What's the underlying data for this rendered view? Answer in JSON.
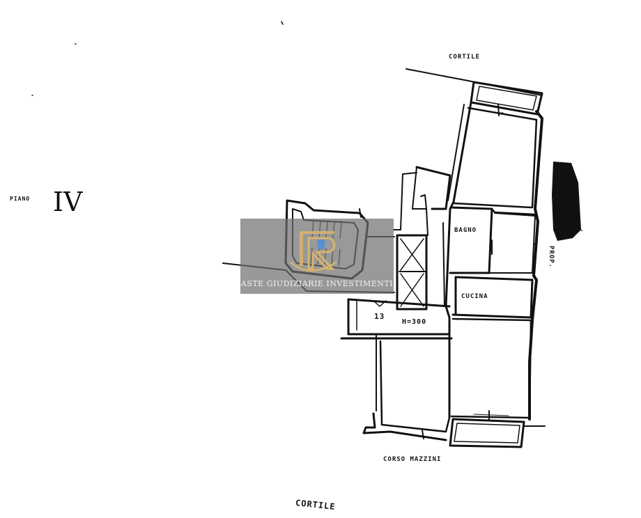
{
  "floor": {
    "label": "PIANO",
    "number": "IV"
  },
  "labels": {
    "cortile_top": "CORTILE",
    "cortile_bottom": "CORTILE",
    "street": "CORSO MAZZINI",
    "neighbor_property": "PROP.",
    "bathroom": "BAGNO",
    "kitchen": "CUCINA",
    "ceiling_height": "H=300",
    "stair_number": "13"
  },
  "watermark": {
    "text": "ASTE GIUDIZIARIE INVESTIMENTI"
  },
  "colors": {
    "ink": "#111111",
    "watermark_bg": "#6e6e6e",
    "logo_gold": "#d7b46a",
    "logo_blue": "#4a8fd8"
  }
}
